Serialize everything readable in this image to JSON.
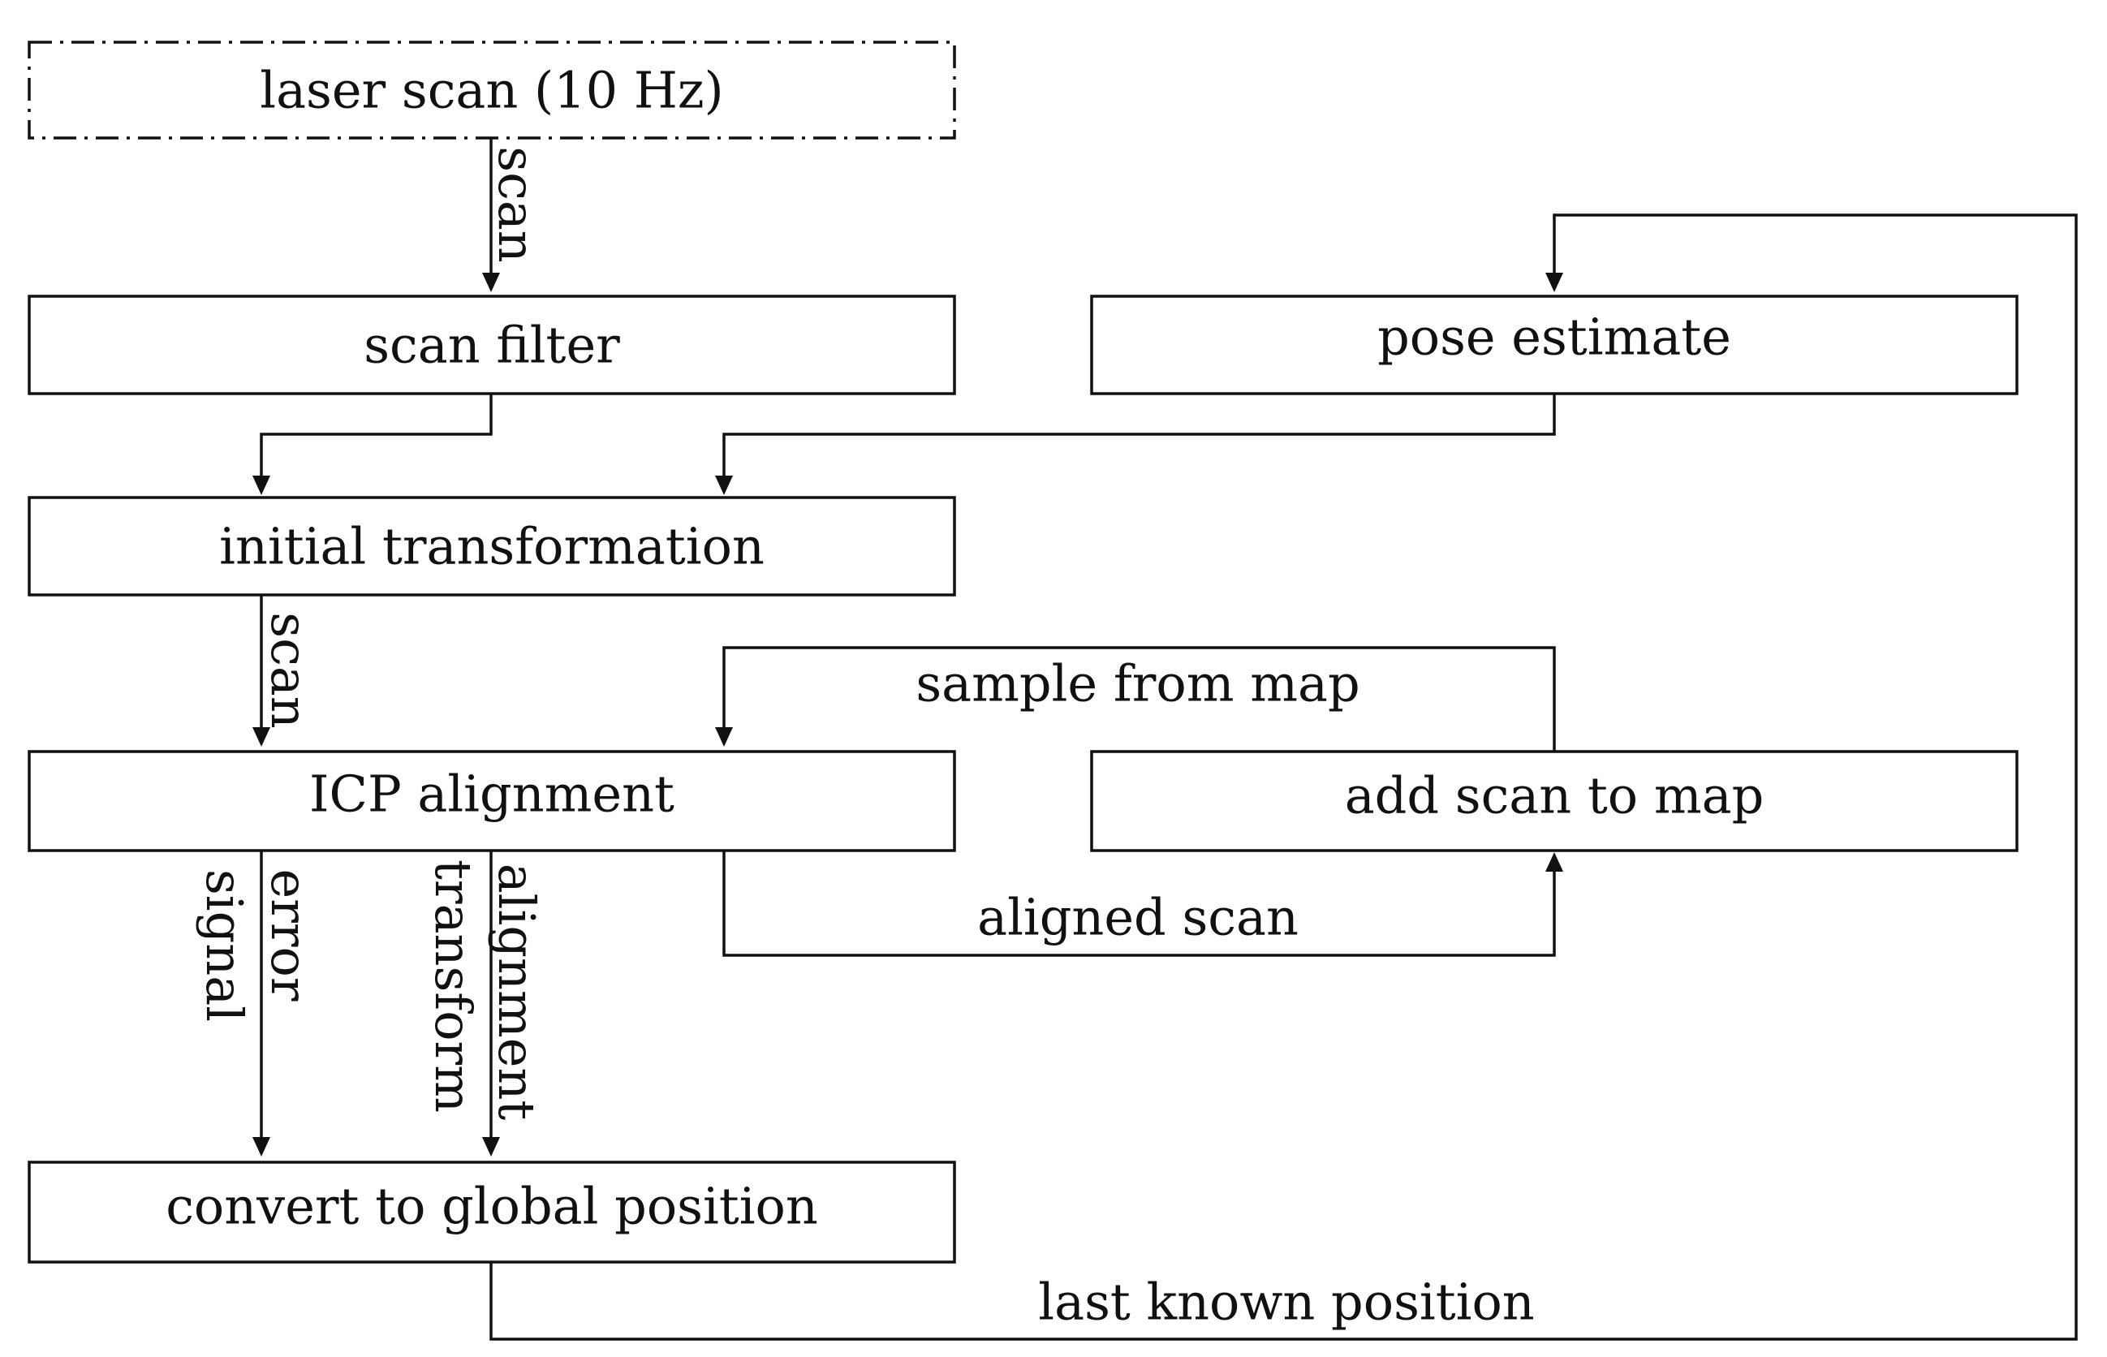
{
  "nodes": {
    "laser_scan": "laser scan (10 Hz)",
    "scan_filter": "scan filter",
    "pose_estimate": "pose estimate",
    "initial_transformation": "initial transformation",
    "icp_alignment": "ICP alignment",
    "add_scan_to_map": "add scan to map",
    "convert_to_global_position": "convert to global position"
  },
  "edges": {
    "scan_top": "scan",
    "scan_middle": "scan",
    "sample_from_map": "sample from map",
    "aligned_scan": "aligned scan",
    "error": "error",
    "signal": "signal",
    "alignment": "alignment",
    "transform": "transform",
    "last_known_position": "last known position"
  }
}
